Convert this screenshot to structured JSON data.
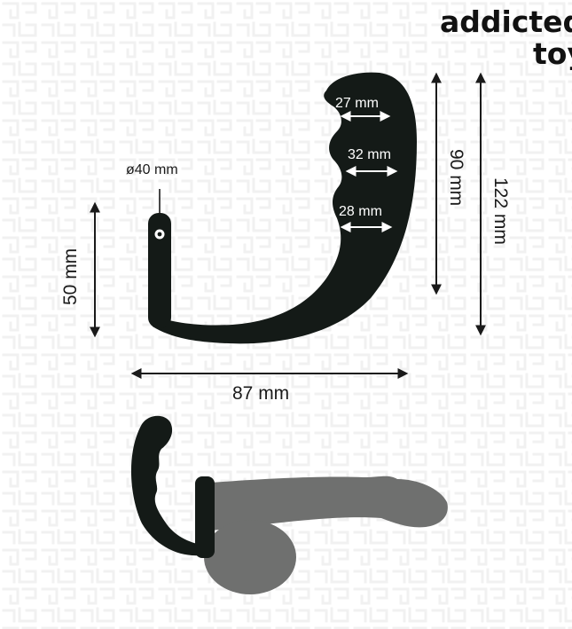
{
  "brand": {
    "line1": "addicted",
    "line2": "toys"
  },
  "dimensions": {
    "diameter": "ø40 mm",
    "height_left": "50 mm",
    "width_bottom": "87 mm",
    "bulb_top": "27 mm",
    "bulb_middle": "32 mm",
    "bulb_bottom": "28 mm",
    "height_inner": "90 mm",
    "height_total": "122 mm"
  },
  "colors": {
    "product": "#141a17",
    "silhouette": "#6f706f",
    "text": "#1a1a1a",
    "background_pattern": "#f3f3f3"
  }
}
